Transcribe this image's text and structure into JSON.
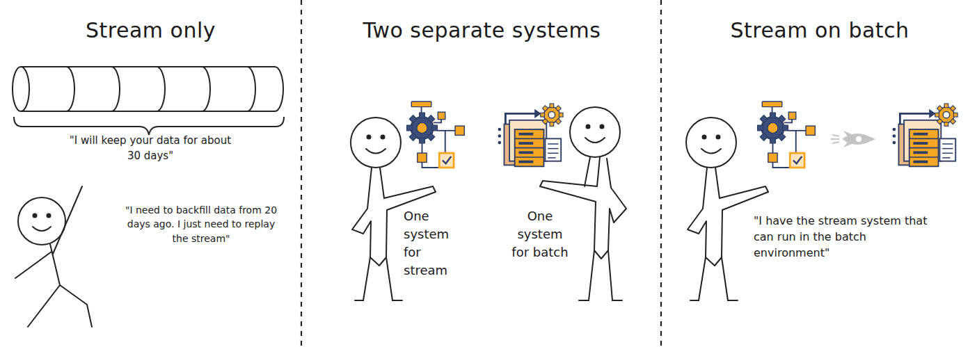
{
  "diagram": {
    "nodes": [
      {
        "text": [
          "Stream only",
          "\"I will keep your data for about 30 days\"",
          "\"I need to backfill data from 20 days ago. I just need to replay the stream\""
        ]
      },
      {
        "text": [
          "Two separate systems",
          "One system for stream",
          "One system for batch"
        ]
      },
      {
        "text": [
          "Stream on batch",
          "\"I have the stream system that can run in the batch environment\""
        ]
      }
    ]
  }
}
